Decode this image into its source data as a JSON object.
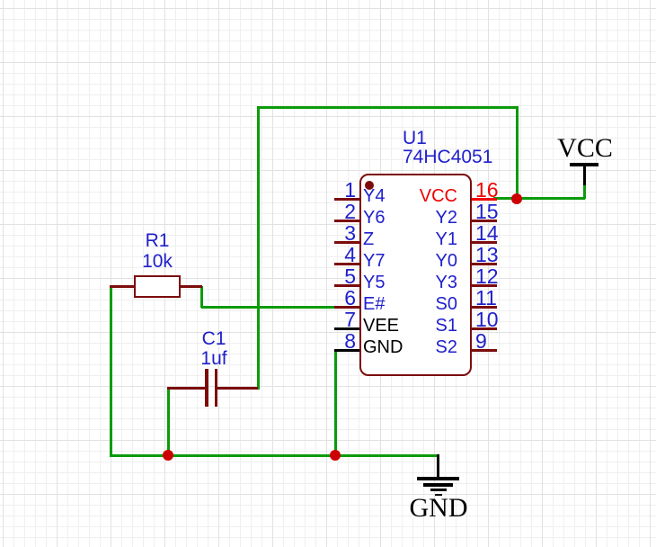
{
  "ic": {
    "reference": "U1",
    "part_number": "74HC4051",
    "left_pins": [
      {
        "number": "1",
        "name": "Y4"
      },
      {
        "number": "2",
        "name": "Y6"
      },
      {
        "number": "3",
        "name": "Z"
      },
      {
        "number": "4",
        "name": "Y7"
      },
      {
        "number": "5",
        "name": "Y5"
      },
      {
        "number": "6",
        "name": "E#"
      },
      {
        "number": "7",
        "name": "VEE"
      },
      {
        "number": "8",
        "name": "GND"
      }
    ],
    "right_pins": [
      {
        "number": "16",
        "name": "VCC"
      },
      {
        "number": "15",
        "name": "Y2"
      },
      {
        "number": "14",
        "name": "Y1"
      },
      {
        "number": "13",
        "name": "Y0"
      },
      {
        "number": "12",
        "name": "Y3"
      },
      {
        "number": "11",
        "name": "S0"
      },
      {
        "number": "10",
        "name": "S1"
      },
      {
        "number": "9",
        "name": "S2"
      }
    ]
  },
  "resistor": {
    "reference": "R1",
    "value": "10k"
  },
  "capacitor": {
    "reference": "C1",
    "value": "1uf"
  },
  "power": {
    "vcc_label": "VCC",
    "gnd_label": "GND"
  },
  "colors": {
    "wire_green": "#0B9B0B",
    "component_maroon": "#7C0C0C",
    "text_blue": "#2020CC",
    "highlight_red": "#EE0000",
    "junction_red": "#CC0000",
    "power_symbol_black": "#000000"
  }
}
